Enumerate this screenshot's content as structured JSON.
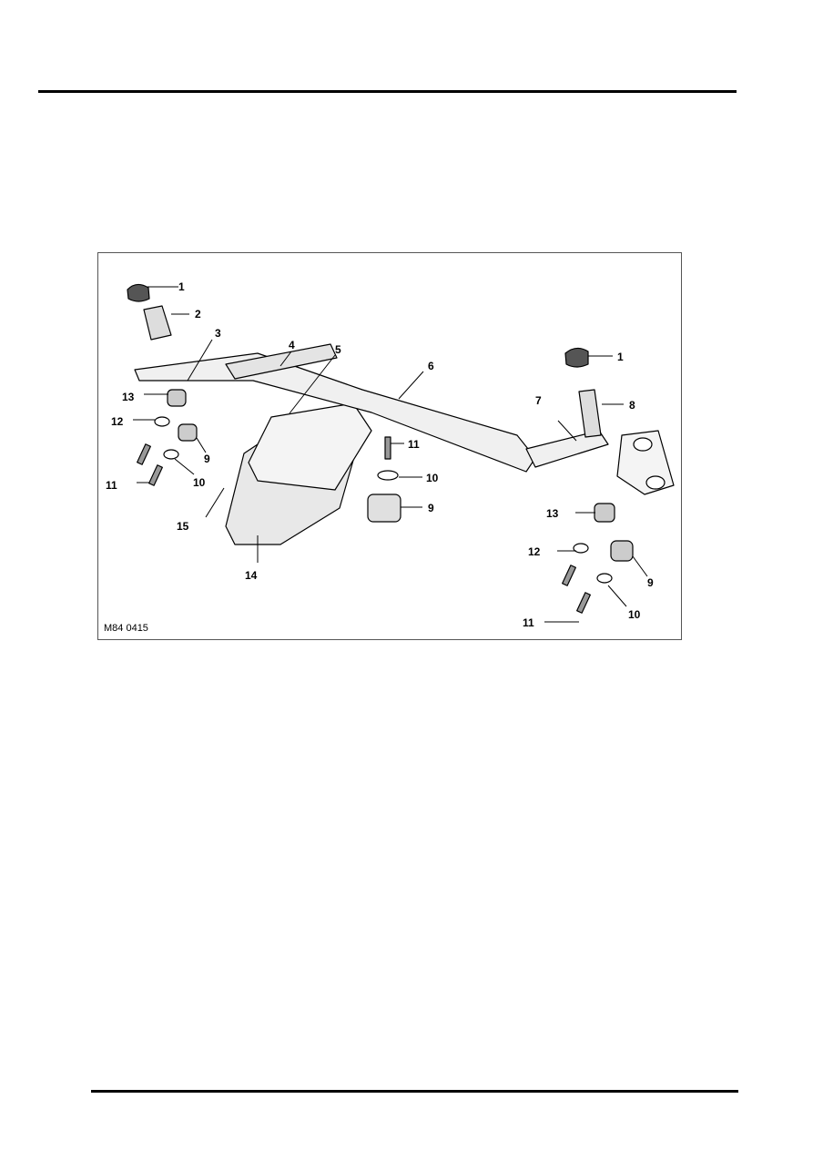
{
  "figure": {
    "ref": "M84 0415",
    "callouts": [
      "1",
      "2",
      "3",
      "4",
      "5",
      "6",
      "1",
      "8",
      "13",
      "12",
      "9",
      "11",
      "10",
      "7",
      "11",
      "10",
      "9",
      "15",
      "14",
      "13",
      "12",
      "9",
      "11",
      "10"
    ]
  }
}
